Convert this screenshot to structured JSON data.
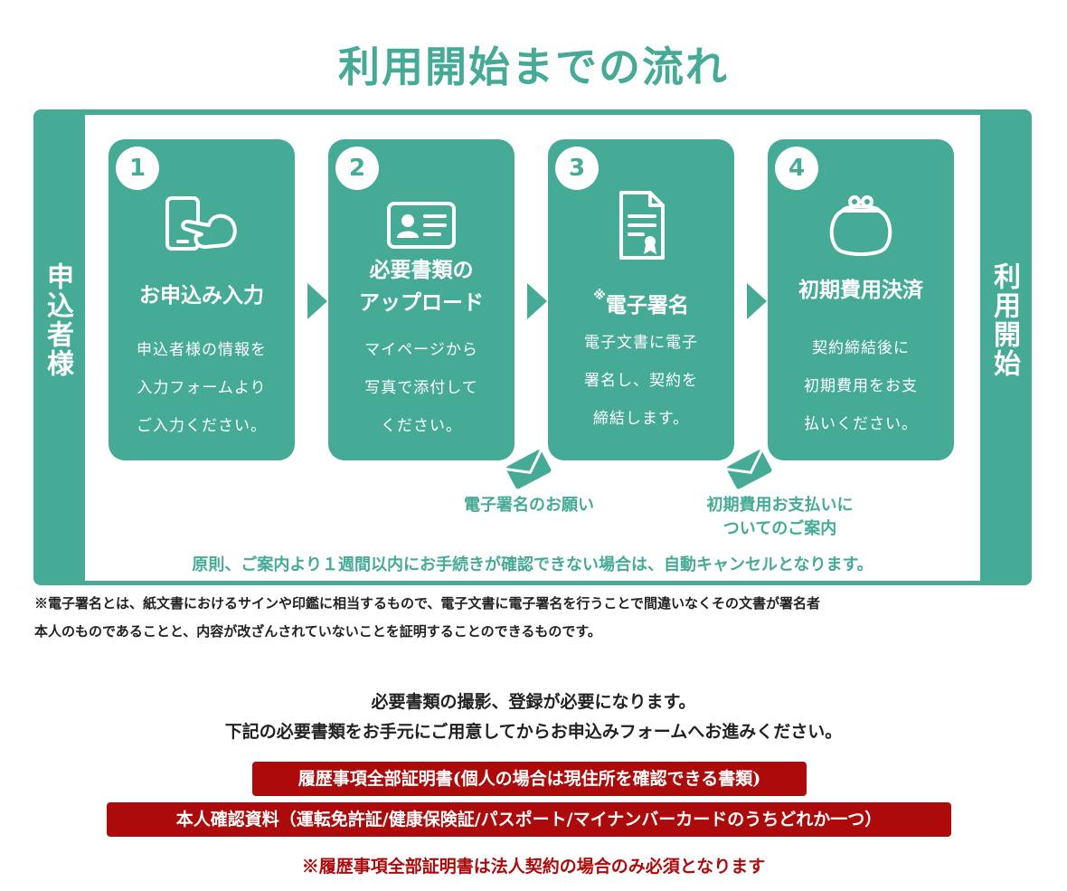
{
  "title": "利用開始までの流れ",
  "side_left": "申込者様",
  "side_right": "利用開始",
  "steps": [
    {
      "number": "1",
      "icon": "smartphone-tap-icon",
      "title_lines": [
        "お申込み入力"
      ],
      "body_lines": [
        "申込者様の情報を",
        "入力フォームより",
        "ご入力ください。"
      ]
    },
    {
      "number": "2",
      "icon": "id-card-icon",
      "title_lines": [
        "必要書類の",
        "アップロード"
      ],
      "body_lines": [
        "マイページから",
        "写真で添付して",
        "ください。"
      ]
    },
    {
      "number": "3",
      "icon": "certificate-document-icon",
      "title_prefix": "※",
      "title_lines": [
        "電子署名"
      ],
      "body_lines": [
        "電子文書に電子",
        "署名し、契約を",
        "締結します。"
      ]
    },
    {
      "number": "4",
      "icon": "coin-purse-icon",
      "title_lines": [
        "初期費用決済"
      ],
      "body_lines": [
        "契約締結後に",
        "初期費用をお支",
        "払いください。"
      ]
    }
  ],
  "mail_labels": [
    {
      "icon": "envelope-icon",
      "lines": [
        "電子署名のお願い"
      ]
    },
    {
      "icon": "envelope-icon",
      "lines": [
        "初期費用お支払いに",
        "ついてのご案内"
      ]
    }
  ],
  "notice": "原則、ご案内より１週間以内にお手続きが確認できない場合は、自動キャンセルとなります。",
  "footnote": [
    "※電子署名とは、紙文書におけるサインや印鑑に相当するもので、電子文書に電子署名を行うことで間違いなくその文書が署名者",
    "本人のものであることと、内容が改ざんされていないことを証明することのできるものです。"
  ],
  "requirements": [
    "必要書類の撮影、登録が必要になります。",
    "下記の必要書類をお手元にご用意してからお申込みフォームへお進みください。"
  ],
  "documents": [
    "履歴事項全部証明書(個人の場合は現住所を確認できる書類)",
    "本人確認資料（運転免許証/健康保険証/パスポート/マイナンバーカードのうちどれか一つ）"
  ],
  "bottom_note": "※履歴事項全部証明書は法人契約の場合のみ必須となります",
  "colors": {
    "primary": "#45aa96",
    "accent_red": "#ad0b0b"
  }
}
